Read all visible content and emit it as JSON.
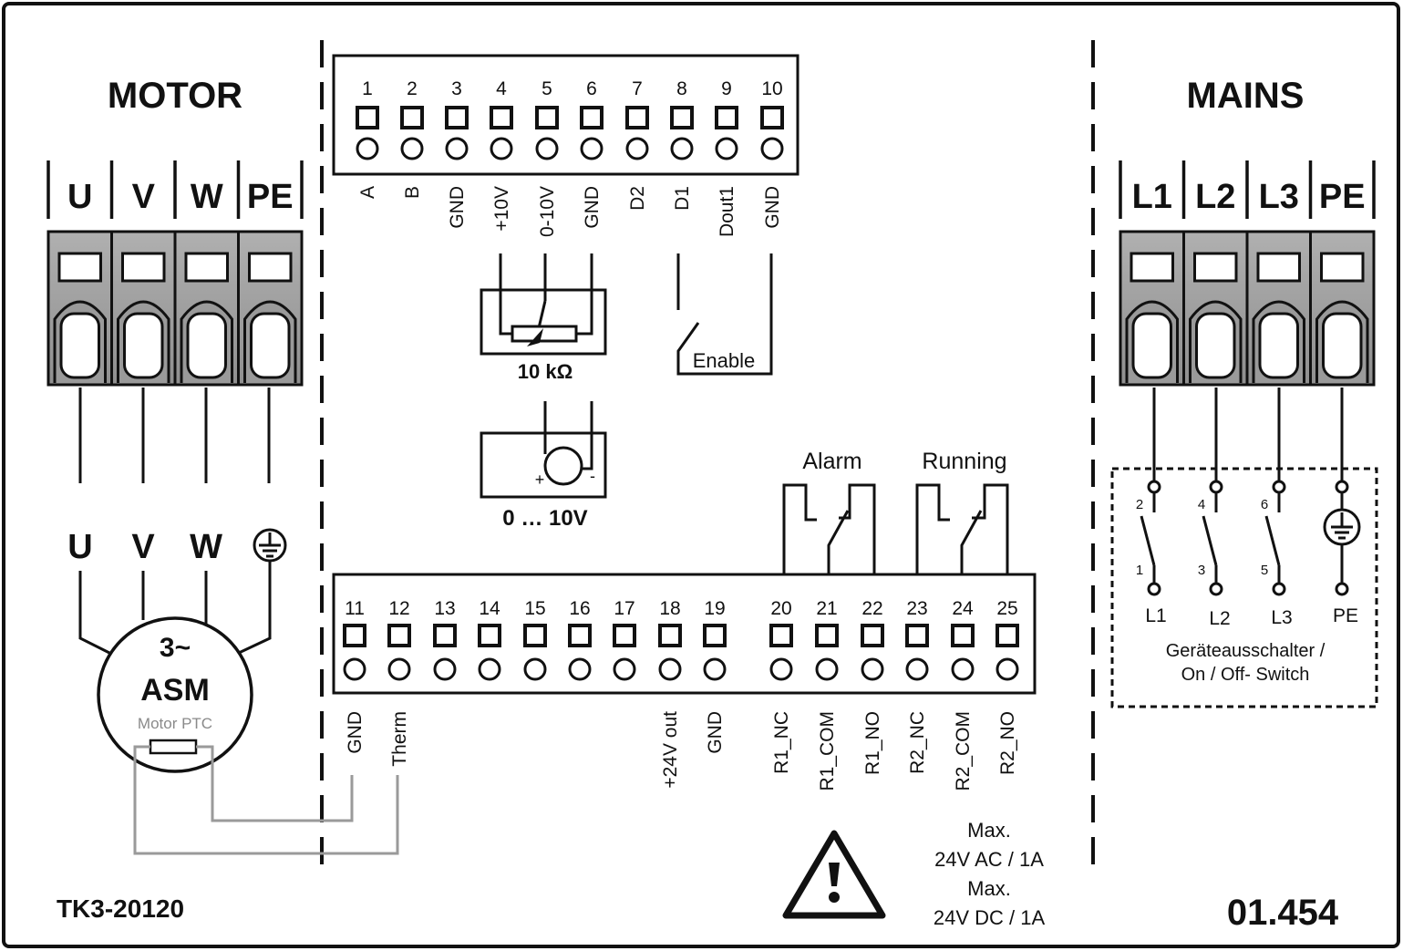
{
  "motor": {
    "title": "MOTOR",
    "terminals": [
      "U",
      "V",
      "W",
      "PE"
    ],
    "wires": [
      "U",
      "V",
      "W"
    ],
    "ground_symbol": "earth-ground-icon",
    "motor_type": "3~",
    "motor_name": "ASM",
    "ptc_label": "Motor PTC"
  },
  "control_top": {
    "numbers": [
      "1",
      "2",
      "3",
      "4",
      "5",
      "6",
      "7",
      "8",
      "9",
      "10"
    ],
    "signals": [
      "A",
      "B",
      "GND",
      "+10V",
      "0-10V",
      "GND",
      "D2",
      "D1",
      "Dout1",
      "GND"
    ]
  },
  "potentiometer": {
    "label": "10 kΩ"
  },
  "voltage_source": {
    "label": "0 … 10V",
    "plus": "+",
    "minus": "-"
  },
  "enable": {
    "label": "Enable"
  },
  "relays": {
    "alarm": "Alarm",
    "running": "Running"
  },
  "control_bottom": {
    "numbers": [
      "11",
      "12",
      "13",
      "14",
      "15",
      "16",
      "17",
      "18",
      "19",
      "20",
      "21",
      "22",
      "23",
      "24",
      "25"
    ],
    "signals": [
      "GND",
      "Therm",
      "",
      "",
      "",
      "",
      "",
      "+24V out",
      "GND",
      "R1_NC",
      "R1_COM",
      "R1_NO",
      "R2_NC",
      "R2_COM",
      "R2_NO"
    ]
  },
  "warning": {
    "icon": "warning-triangle-icon",
    "lines": [
      "Max.",
      "24V AC / 1A",
      "Max.",
      "24V DC / 1A"
    ]
  },
  "mains": {
    "title": "MAINS",
    "terminals": [
      "L1",
      "L2",
      "L3",
      "PE"
    ],
    "switch": {
      "top_numbers": [
        "2",
        "4",
        "6"
      ],
      "bottom_numbers": [
        "1",
        "3",
        "5"
      ],
      "outputs": [
        "L1",
        "L2",
        "L3",
        "PE"
      ],
      "caption_line1": "Geräteausschalter /",
      "caption_line2": "On / Off- Switch"
    }
  },
  "footer": {
    "model": "TK3-20120",
    "code": "01.454"
  }
}
